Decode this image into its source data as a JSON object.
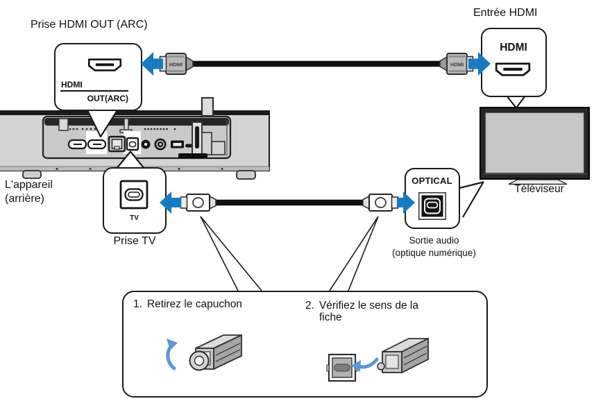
{
  "hdmi_out_callout": {
    "title": "Prise HDMI OUT (ARC)",
    "port_line1": "HDMI",
    "port_line2": "OUT(ARC)"
  },
  "hdmi_in_callout": {
    "title": "Entrée HDMI",
    "port": "HDMI"
  },
  "cable": {
    "hdmi_plug_label": "HDMI"
  },
  "device_label": {
    "line1": "L'appareil",
    "line2": "(arrière)"
  },
  "tv": {
    "label": "Téléviseur"
  },
  "tv_jack_callout": {
    "port": "TV",
    "label": "Prise TV"
  },
  "optical_callout": {
    "port": "OPTICAL",
    "label_line1": "Sortie audio",
    "label_line2": "(optique numérique)"
  },
  "instructions": {
    "step1_no": "1.",
    "step1_text": "Retirez le capuchon",
    "step2_no": "2.",
    "step2_line1": "Vérifiez le sens de la",
    "step2_line2": "fiche"
  },
  "colors": {
    "arrow_blue": "#1a7ac1",
    "step_arrow_blue": "#5b97d4",
    "line": "#1a1a1a"
  }
}
